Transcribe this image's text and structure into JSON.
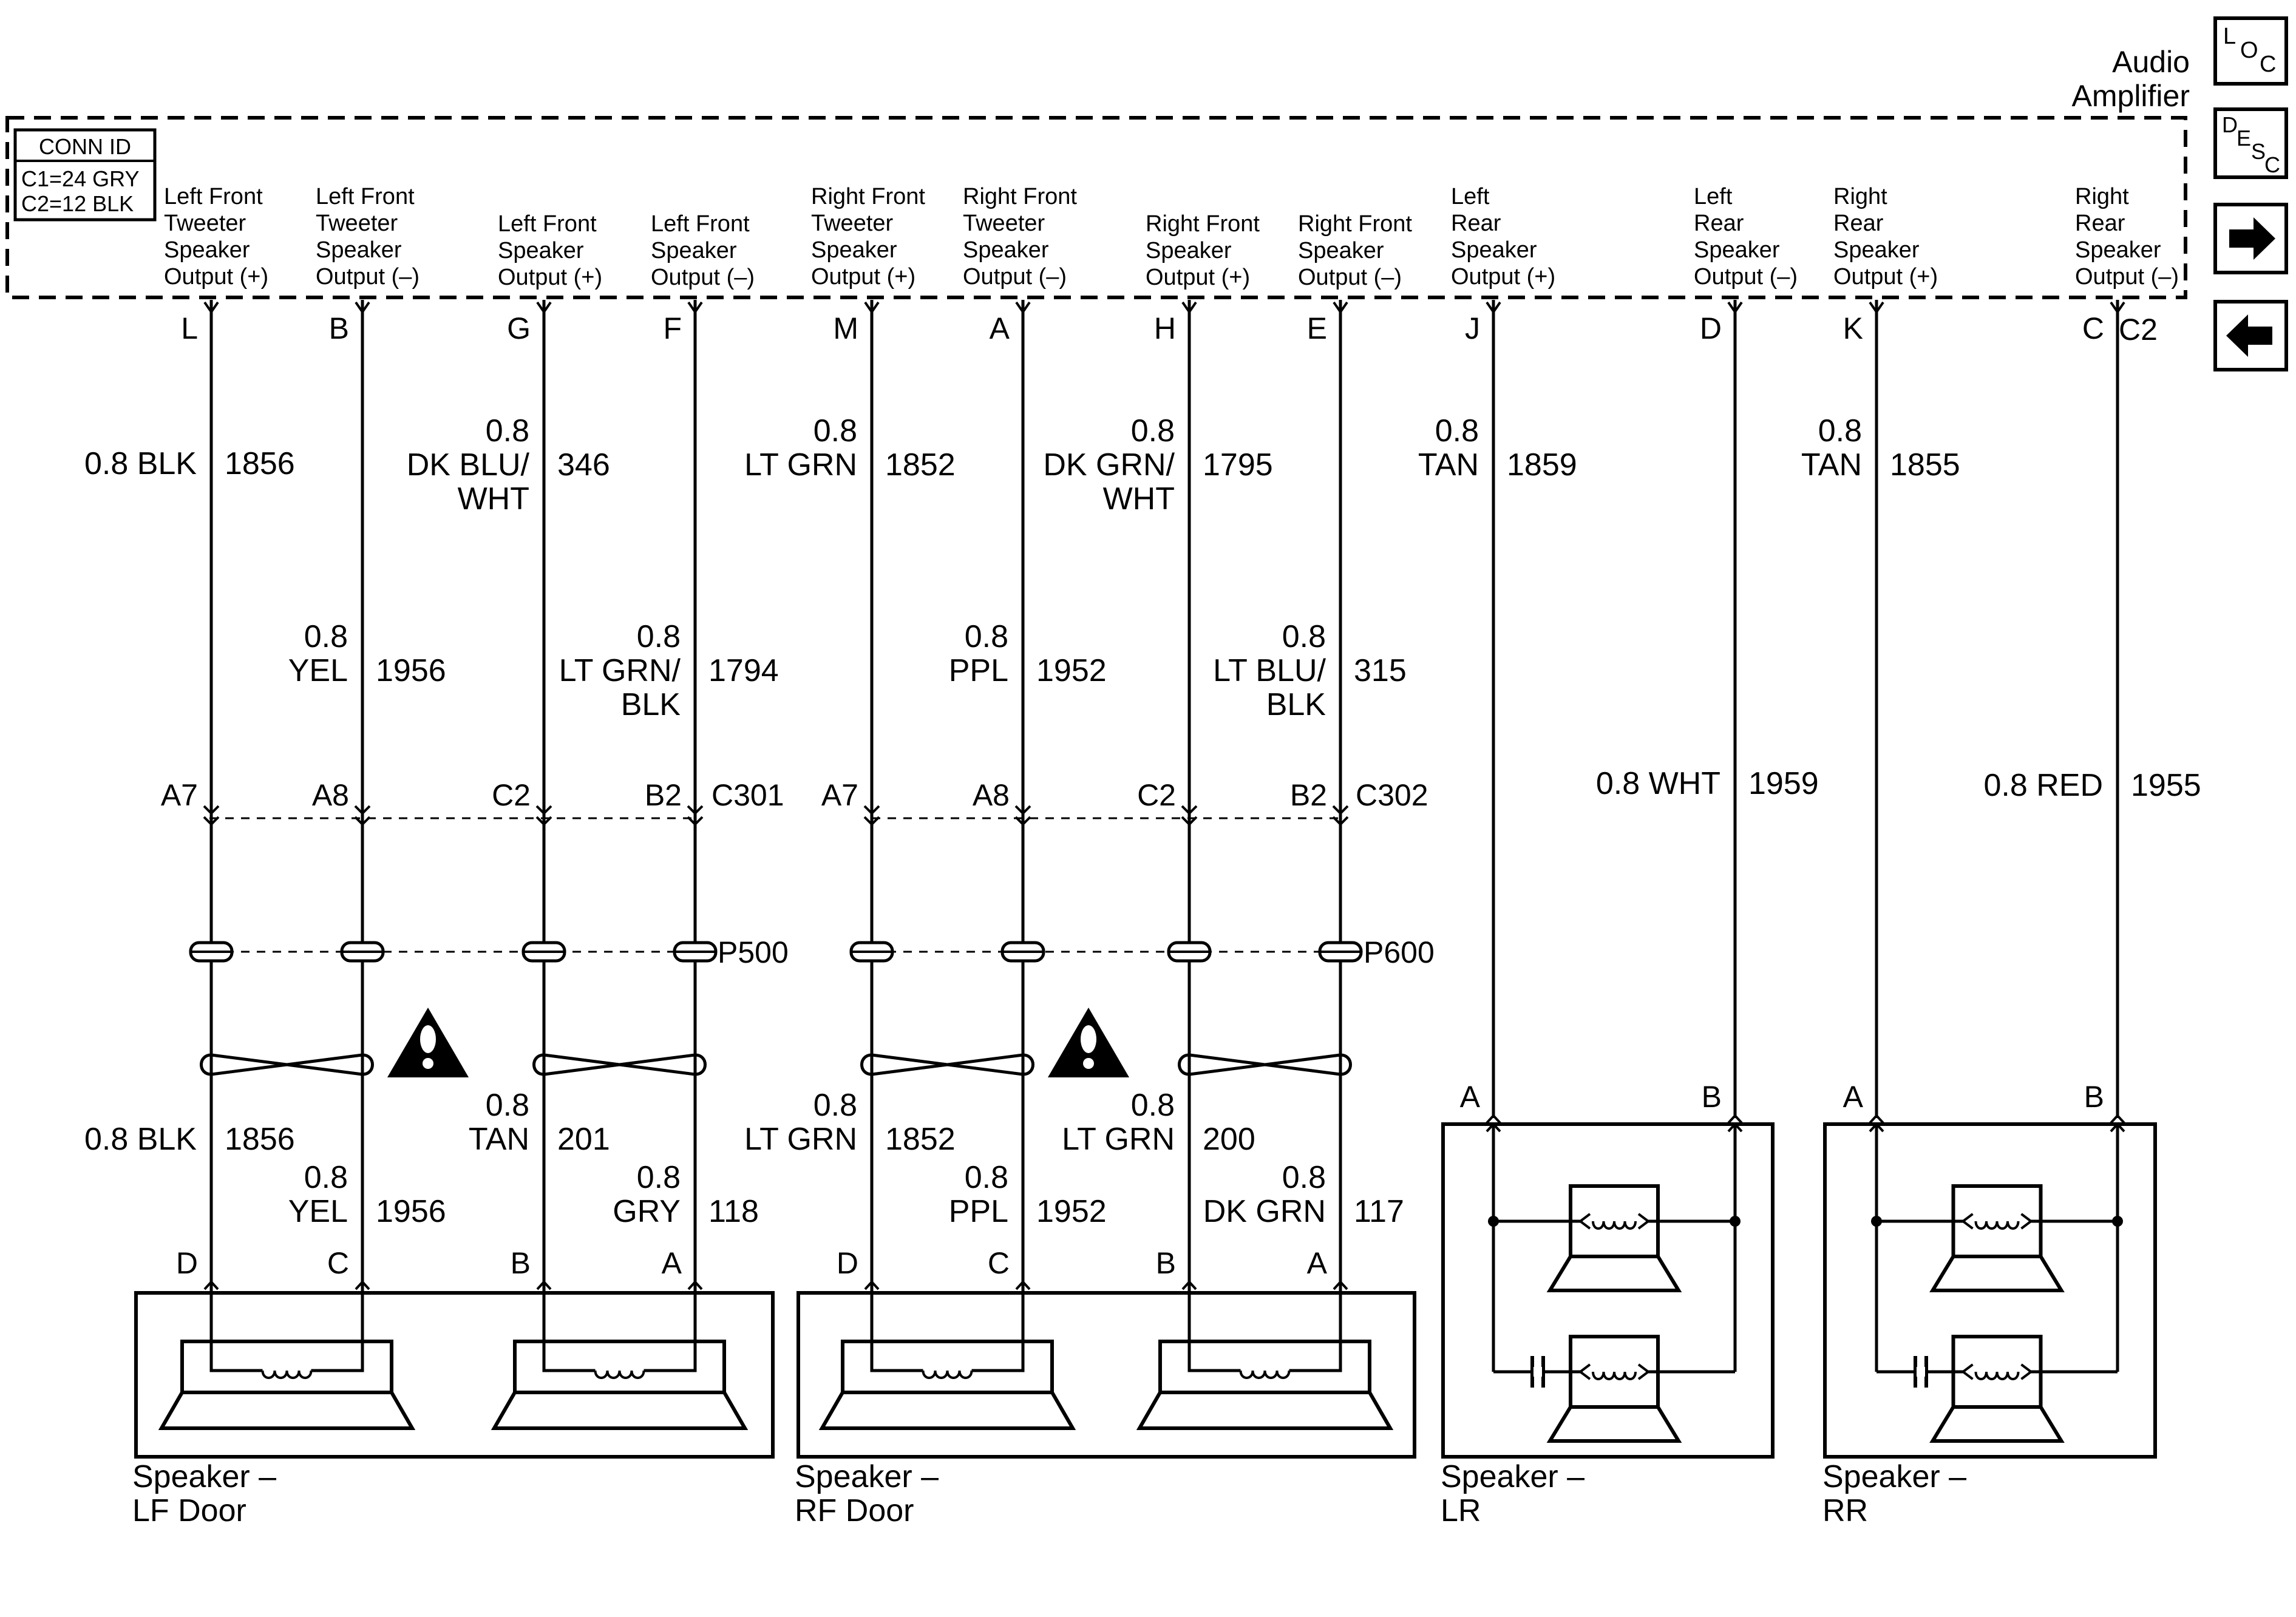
{
  "amplifier": {
    "title": [
      "Audio",
      "Amplifier"
    ],
    "conn_id": {
      "header": "CONN ID",
      "lines": [
        "C1=24 GRY",
        "C2=12 BLK"
      ]
    },
    "connector_c2_label": "C2"
  },
  "outputs": [
    {
      "lines": [
        "Left Front",
        "Tweeter",
        "Speaker",
        "Output (+)"
      ],
      "pin": "L"
    },
    {
      "lines": [
        "Left Front",
        "Tweeter",
        "Speaker",
        "Output (–)"
      ],
      "pin": "B"
    },
    {
      "lines": [
        "Left Front",
        "Speaker",
        "Output (+)"
      ],
      "pin": "G"
    },
    {
      "lines": [
        "Left Front",
        "Speaker",
        "Output (–)"
      ],
      "pin": "F"
    },
    {
      "lines": [
        "Right Front",
        "Tweeter",
        "Speaker",
        "Output (+)"
      ],
      "pin": "M"
    },
    {
      "lines": [
        "Right Front",
        "Tweeter",
        "Speaker",
        "Output (–)"
      ],
      "pin": "A"
    },
    {
      "lines": [
        "Right Front",
        "Speaker",
        "Output (+)"
      ],
      "pin": "H"
    },
    {
      "lines": [
        "Right Front",
        "Speaker",
        "Output (–)"
      ],
      "pin": "E"
    },
    {
      "lines": [
        "Left",
        "Rear",
        "Speaker",
        "Output (+)"
      ],
      "pin": "J"
    },
    {
      "lines": [
        "Left",
        "Rear",
        "Speaker",
        "Output (–)"
      ],
      "pin": "D"
    },
    {
      "lines": [
        "Right",
        "Rear",
        "Speaker",
        "Output (+)"
      ],
      "pin": "K"
    },
    {
      "lines": [
        "Right",
        "Rear",
        "Speaker",
        "Output (–)"
      ],
      "pin": "C"
    }
  ],
  "upper_wires": [
    {
      "lines": [
        "0.8 BLK"
      ],
      "circuit": "1856"
    },
    {
      "lines": [
        "0.8",
        "YEL"
      ],
      "circuit": "1956"
    },
    {
      "lines": [
        "0.8",
        "DK BLU/",
        "WHT"
      ],
      "circuit": "346"
    },
    {
      "lines": [
        "0.8",
        "LT GRN/",
        "BLK"
      ],
      "circuit": "1794"
    },
    {
      "lines": [
        "0.8",
        "LT GRN"
      ],
      "circuit": "1852"
    },
    {
      "lines": [
        "0.8",
        "PPL"
      ],
      "circuit": "1952"
    },
    {
      "lines": [
        "0.8",
        "DK GRN/",
        "WHT"
      ],
      "circuit": "1795"
    },
    {
      "lines": [
        "0.8",
        "LT BLU/",
        "BLK"
      ],
      "circuit": "315"
    },
    {
      "lines": [
        "0.8",
        "TAN"
      ],
      "circuit": "1859"
    },
    {
      "lines": [
        "0.8 WHT"
      ],
      "circuit": "1959"
    },
    {
      "lines": [
        "0.8",
        "TAN"
      ],
      "circuit": "1855"
    },
    {
      "lines": [
        "0.8 RED"
      ],
      "circuit": "1955"
    }
  ],
  "inline_connectors": [
    {
      "name": "C301",
      "pins": [
        "A7",
        "A8",
        "C2",
        "B2"
      ]
    },
    {
      "name": "C302",
      "pins": [
        "A7",
        "A8",
        "C2",
        "B2"
      ]
    }
  ],
  "splice_packs": [
    "P500",
    "P600"
  ],
  "lower_wires": [
    {
      "lines": [
        "0.8 BLK"
      ],
      "circuit": "1856"
    },
    {
      "lines": [
        "0.8",
        "YEL"
      ],
      "circuit": "1956"
    },
    {
      "lines": [
        "0.8",
        "TAN"
      ],
      "circuit": "201"
    },
    {
      "lines": [
        "0.8",
        "GRY"
      ],
      "circuit": "118"
    },
    {
      "lines": [
        "0.8",
        "LT GRN"
      ],
      "circuit": "1852"
    },
    {
      "lines": [
        "0.8",
        "PPL"
      ],
      "circuit": "1952"
    },
    {
      "lines": [
        "0.8",
        "LT GRN"
      ],
      "circuit": "200"
    },
    {
      "lines": [
        "0.8",
        "DK GRN"
      ],
      "circuit": "117"
    }
  ],
  "speaker_pins": {
    "front": [
      "D",
      "C",
      "B",
      "A"
    ],
    "rear": [
      "A",
      "B"
    ]
  },
  "speakers": [
    {
      "lines": [
        "Speaker –",
        "LF Door"
      ]
    },
    {
      "lines": [
        "Speaker –",
        "RF Door"
      ]
    },
    {
      "lines": [
        "Speaker –",
        "LR"
      ]
    },
    {
      "lines": [
        "Speaker –",
        "RR"
      ]
    }
  ],
  "nav": {
    "loc": [
      "L",
      "O",
      "C"
    ],
    "desc": [
      "D",
      "E",
      "S",
      "C"
    ],
    "next_icon": "arrow-right-icon",
    "prev_icon": "arrow-left-icon"
  }
}
